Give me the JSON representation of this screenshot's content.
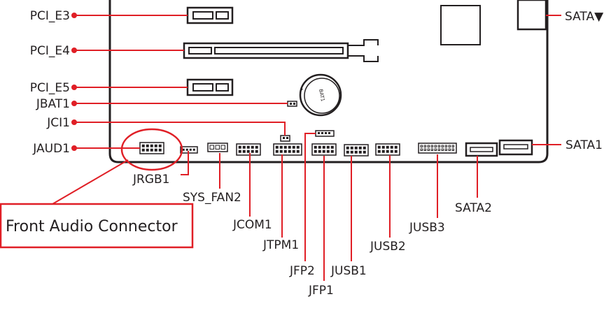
{
  "colors": {
    "leader_line": "#e01f26",
    "board_outline": "#231f20",
    "highlight": "#e01f26"
  },
  "labels": {
    "pci_e3": "PCI_E3",
    "pci_e4": "PCI_E4",
    "pci_e5": "PCI_E5",
    "jbat1": "JBAT1",
    "jci1": "JCI1",
    "jaud1": "JAUD1",
    "jrgb1": "JRGB1",
    "sys_fan2": "SYS_FAN2",
    "jcom1": "JCOM1",
    "jtpm1": "JTPM1",
    "jfp2": "JFP2",
    "jfp1": "JFP1",
    "jusb1": "JUSB1",
    "jusb2": "JUSB2",
    "jusb3": "JUSB3",
    "sata2": "SATA2",
    "sata1": "SATA1",
    "sata_top": "SATA▼"
  },
  "battery_label": "BAT1",
  "callout": {
    "text": "Front Audio Connector"
  }
}
